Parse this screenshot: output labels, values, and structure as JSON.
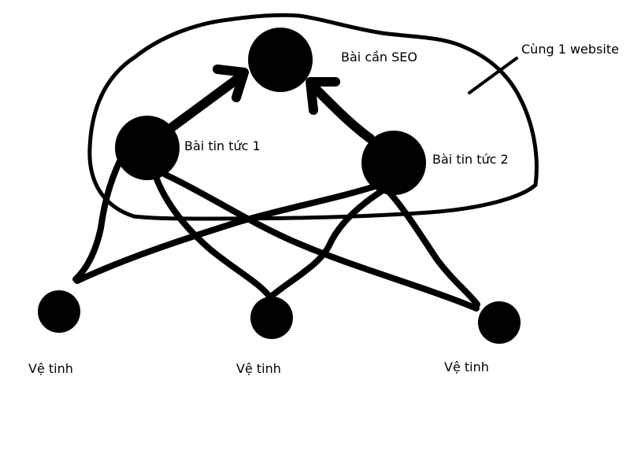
{
  "diagram": {
    "nodes": {
      "target": {
        "label": "Bài cần SEO"
      },
      "news1": {
        "label": "Bài tin tức 1"
      },
      "news2": {
        "label": "Bài tin tức 2"
      },
      "sat_left": {
        "label": "Vệ tinh"
      },
      "sat_mid": {
        "label": "Vệ tinh"
      },
      "sat_right": {
        "label": "Vệ tinh"
      }
    },
    "group_label": "Cùng 1 website",
    "links": [
      {
        "from": "news1",
        "to": "target",
        "arrow": true
      },
      {
        "from": "news2",
        "to": "target",
        "arrow": true
      },
      {
        "from": "news1",
        "to": "sat_left",
        "arrow": false
      },
      {
        "from": "news1",
        "to": "sat_mid",
        "arrow": false
      },
      {
        "from": "news1",
        "to": "sat_right",
        "arrow": false
      },
      {
        "from": "news2",
        "to": "sat_left",
        "arrow": false
      },
      {
        "from": "news2",
        "to": "sat_mid",
        "arrow": false
      },
      {
        "from": "news2",
        "to": "sat_right",
        "arrow": false
      }
    ],
    "colors": {
      "ink": "#000000",
      "background": "#ffffff"
    }
  }
}
